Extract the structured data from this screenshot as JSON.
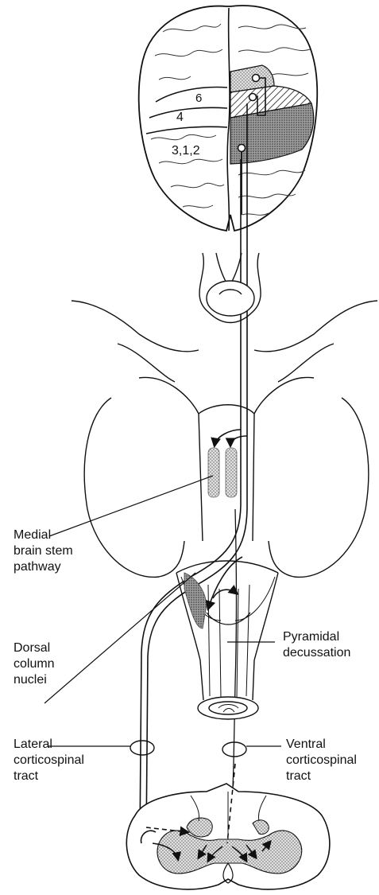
{
  "areas": {
    "area_6": "6",
    "area_4": "4",
    "area_312": "3,1,2"
  },
  "labels": {
    "medial_brain_stem_pathway": "Medial\nbrain stem\npathway",
    "dorsal_column_nuclei": "Dorsal\ncolumn\nnuclei",
    "pyramidal_decussation": "Pyramidal\ndecussation",
    "lateral_corticospinal_tract": "Lateral\ncorticospinal\ntract",
    "ventral_corticospinal_tract": "Ventral\ncorticospinal\ntract"
  },
  "colors": {
    "stroke": "#111111",
    "stipple": "#9a9a9a",
    "dark_shade": "#6e6e6e"
  }
}
